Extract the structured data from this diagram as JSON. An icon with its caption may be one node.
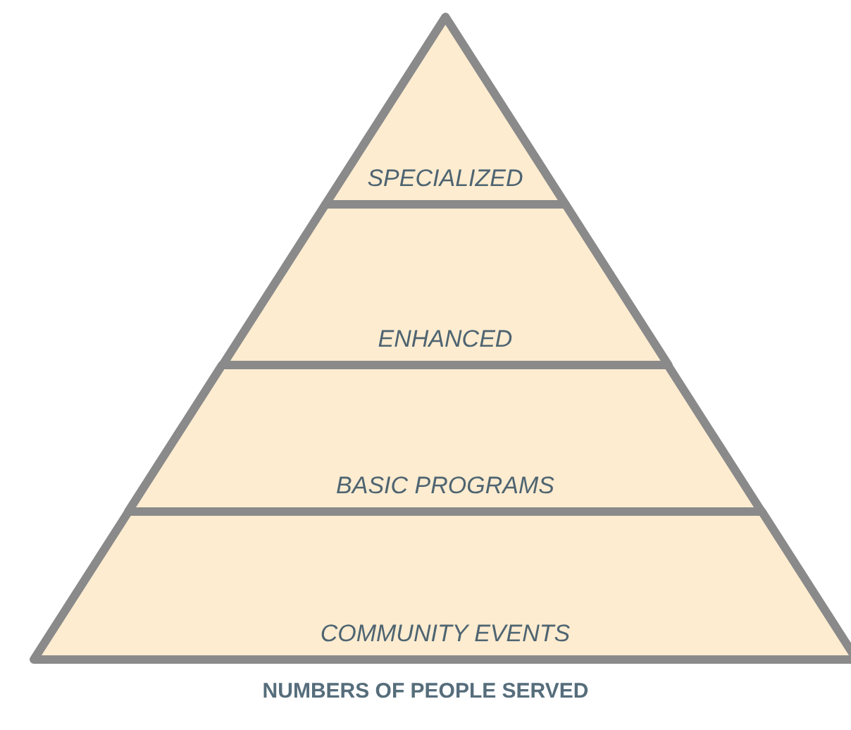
{
  "diagram": {
    "caption": "NUMBERS OF PEOPLE SERVED",
    "nodes": [
      {
        "text": [
          "SPECIALIZED"
        ]
      },
      {
        "text": [
          "ENHANCED"
        ]
      },
      {
        "text": [
          "BASIC PROGRAMS"
        ]
      },
      {
        "text": [
          "COMMUNITY EVENTS"
        ]
      }
    ]
  }
}
